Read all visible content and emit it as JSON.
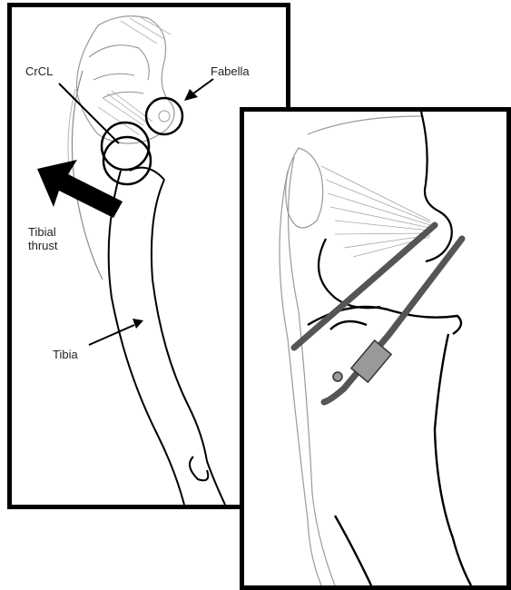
{
  "labels": {
    "crcl": "CrCL",
    "fabella": "Fabella",
    "tibial_thrust": "Tibial\nthrust",
    "tibia": "Tibia"
  },
  "colors": {
    "outline": "#000000",
    "ligament": "#999999",
    "implant_dark": "#555555",
    "implant_crimp": "#999999"
  }
}
